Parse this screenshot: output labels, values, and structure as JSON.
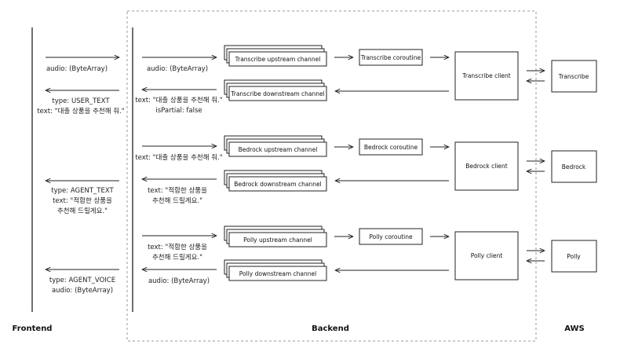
{
  "sections": {
    "frontend": "Frontend",
    "backend": "Backend",
    "aws": "AWS"
  },
  "frontend_labels": {
    "audio_in": "audio: (ByteArray)",
    "user_text_type": "type: USER_TEXT",
    "user_text_text": "text: \"대출 상품을 추천해 줘.\"",
    "agent_text_type": "type: AGENT_TEXT",
    "agent_text_text1": "text: \"적합한 상품을",
    "agent_text_text2": "추천해 드릴게요.\"",
    "agent_voice_type": "type: AGENT_VOICE",
    "agent_voice_audio": "audio: (ByteArray)"
  },
  "backend_labels": {
    "audio_in": "audio: (ByteArray)",
    "transcribe_text": "text: \"대출 상품을 추천해 줘.\"",
    "transcribe_partial": "isPartial: false",
    "bedrock_text_in": "text: \"대출 상품을 추천해 줘.\"",
    "bedrock_text_out1": "text: \"적합한 상품을",
    "bedrock_text_out2": "추천해 드릴게요.\"",
    "polly_text_in1": "text: \"적합한 상품을",
    "polly_text_in2": "추천해 드릴게요.\"",
    "polly_audio_out": "audio: (ByteArray)"
  },
  "channels": {
    "transcribe_up": "Transcribe upstream channel",
    "transcribe_down": "Transcribe downstream channel",
    "bedrock_up": "Bedrock upstream channel",
    "bedrock_down": "Bedrock downstream channel",
    "polly_up": "Polly upstream channel",
    "polly_down": "Polly downstream channel"
  },
  "coroutines": {
    "transcribe": "Transcribe coroutine",
    "bedrock": "Bedrock coroutine",
    "polly": "Polly coroutine"
  },
  "clients": {
    "transcribe": "Transcribe client",
    "bedrock": "Bedrock client",
    "polly": "Polly client"
  },
  "services": {
    "transcribe": "Transcribe",
    "bedrock": "Bedrock",
    "polly": "Polly"
  }
}
